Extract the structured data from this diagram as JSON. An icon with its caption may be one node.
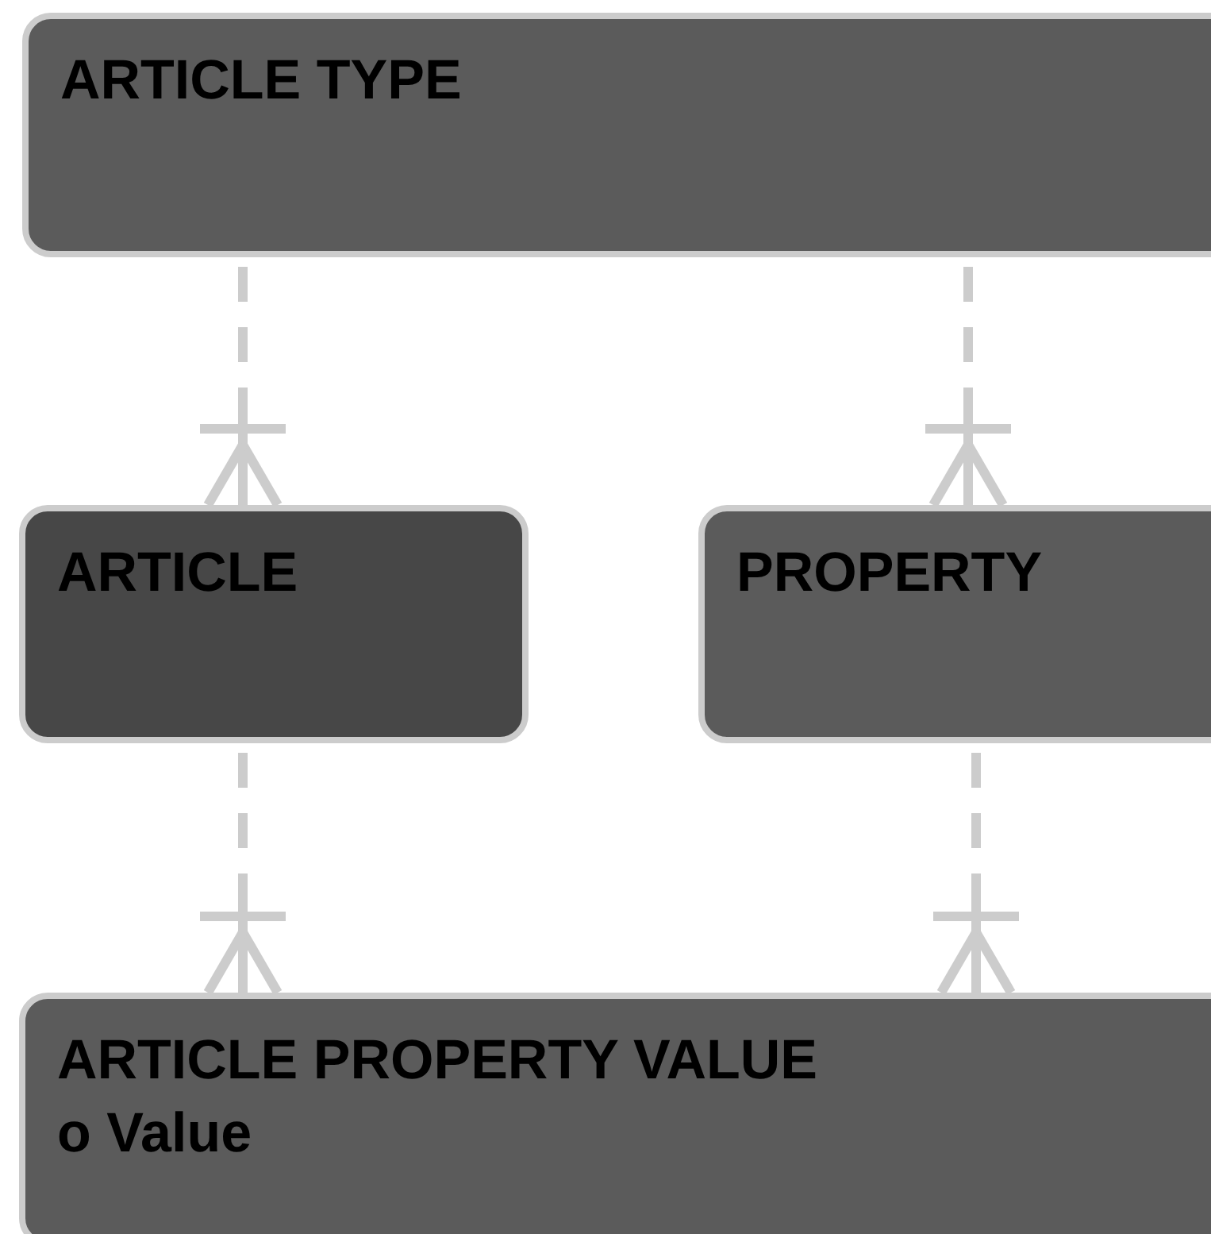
{
  "diagram": {
    "nodes": [
      {
        "text": [
          "ARTICLE TYPE"
        ]
      },
      {
        "text": [
          "ARTICLE"
        ]
      },
      {
        "text": [
          "PROPERTY"
        ]
      },
      {
        "text": [
          "ARTICLE PROPERTY VALUE",
          "o Value"
        ]
      }
    ],
    "edges": [
      {
        "from": 0,
        "to": 1,
        "arrow": "other",
        "style": "dashed"
      },
      {
        "from": 0,
        "to": 2,
        "arrow": "other",
        "style": "dashed"
      },
      {
        "from": 1,
        "to": 3,
        "arrow": "other",
        "style": "dashed"
      },
      {
        "from": 2,
        "to": 3,
        "arrow": "other",
        "style": "dashed"
      }
    ]
  }
}
